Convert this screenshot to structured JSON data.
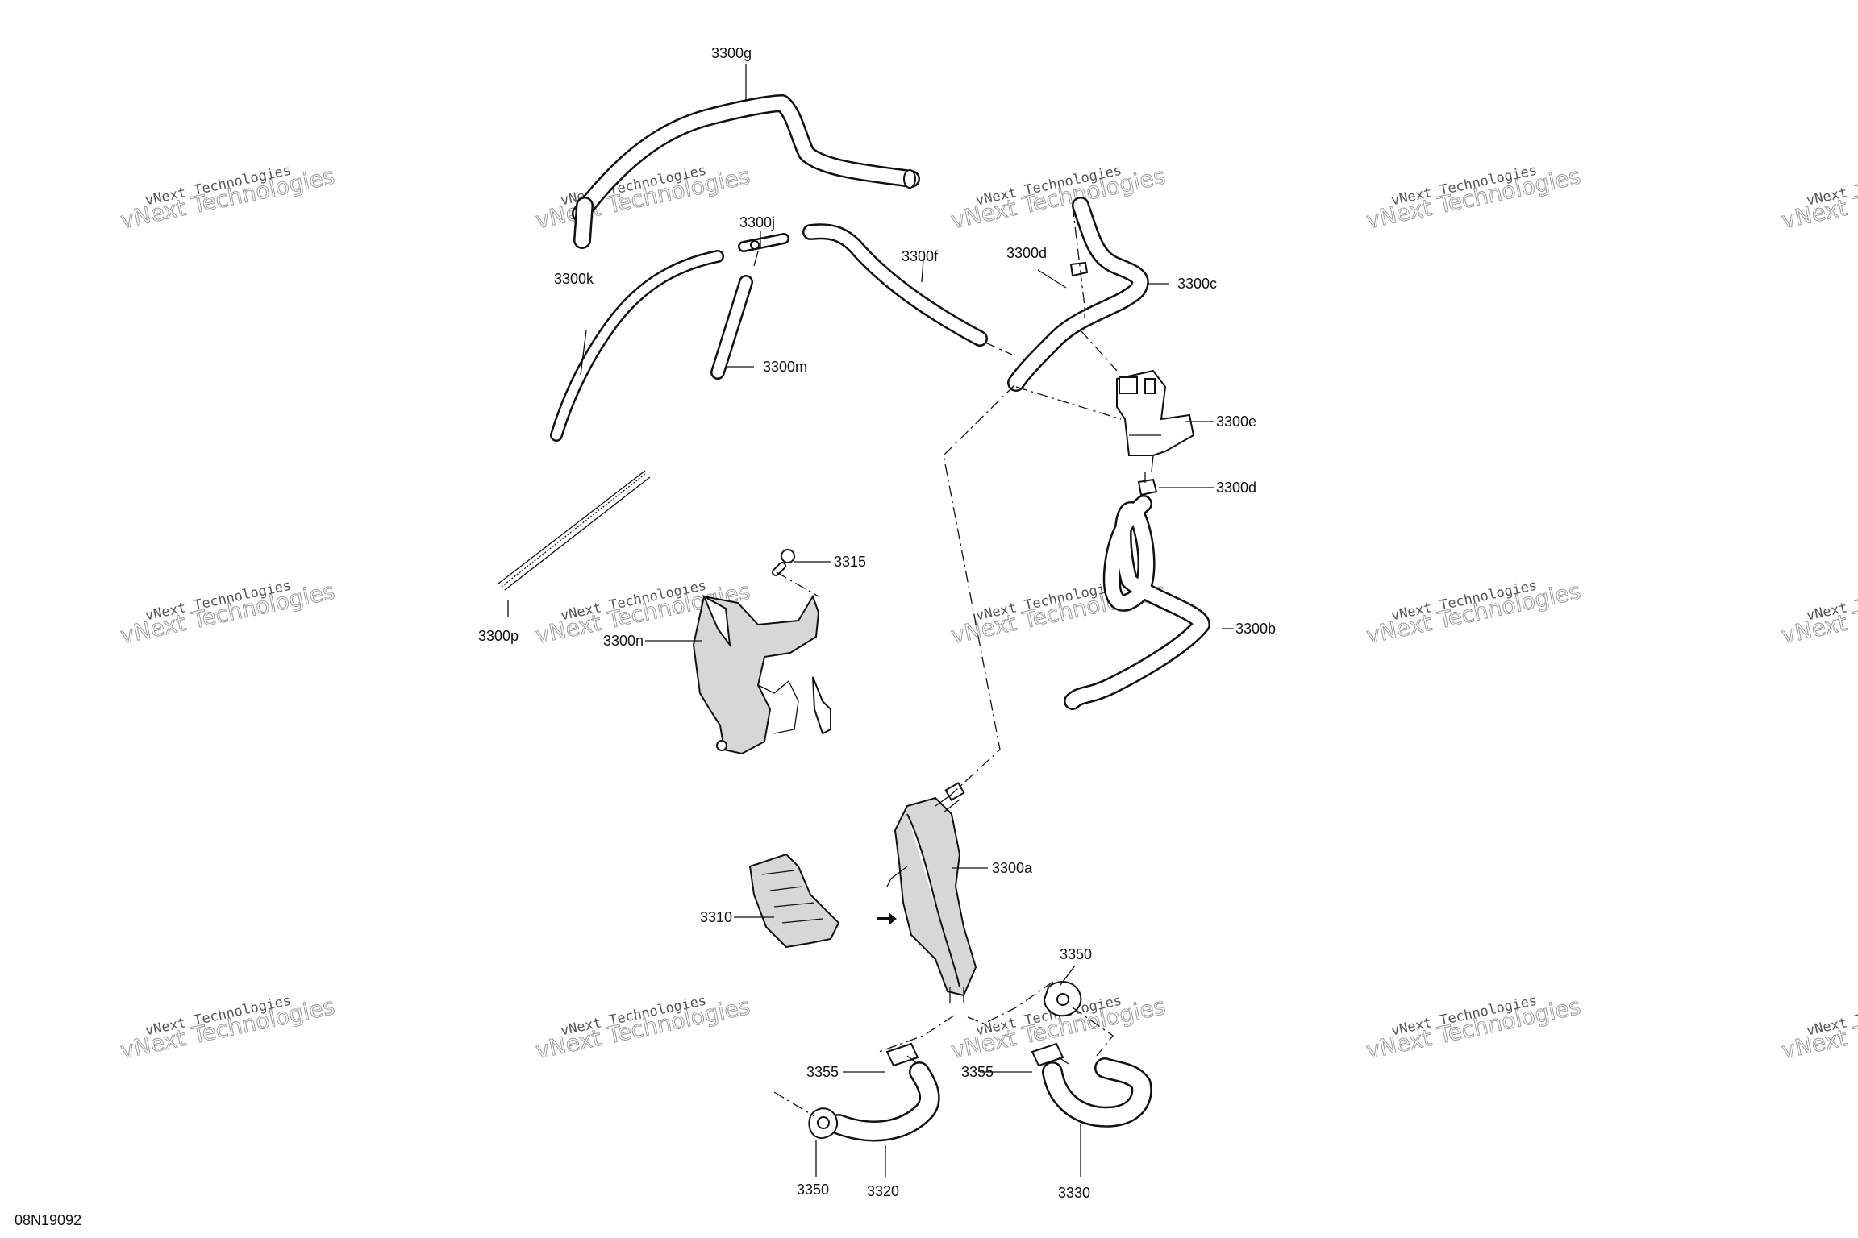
{
  "drawing_number": "08N19092",
  "watermark": {
    "line1": "vNext Technologies",
    "line2": "vNext Technologies"
  },
  "callouts": [
    "3300g",
    "3300j",
    "3300f",
    "3300d",
    "3300c",
    "3300k",
    "3300m",
    "3300e",
    "3300d",
    "3315",
    "3300b",
    "3300p",
    "3300n",
    "3300a",
    "3310",
    "3350",
    "3355",
    "3355",
    "3350",
    "3320",
    "3330"
  ]
}
